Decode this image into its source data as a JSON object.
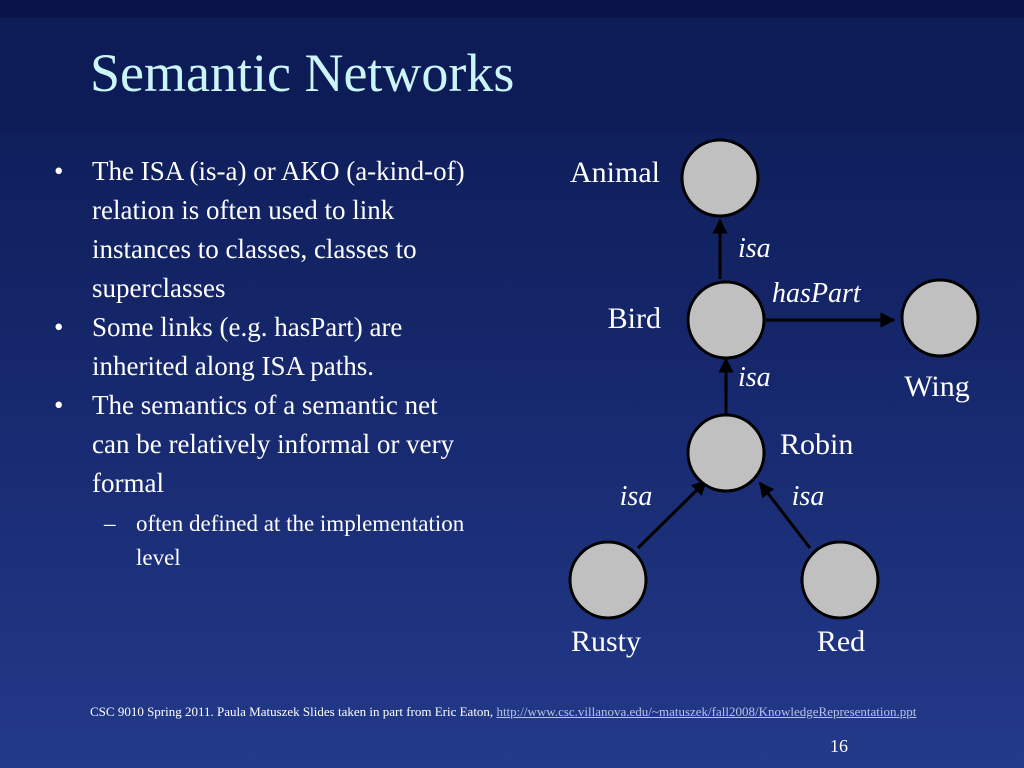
{
  "slide": {
    "title": "Semantic Networks",
    "bullets": [
      {
        "marker": "•",
        "text": "The ISA (is-a) or AKO (a-kind-of) relation is often used to link instances to classes, classes to superclasses"
      },
      {
        "marker": "•",
        "text": "Some links (e.g. hasPart) are inherited along ISA paths."
      },
      {
        "marker": "•",
        "text": "The semantics of a semantic net can be relatively informal or very formal"
      }
    ],
    "sub_bullets": [
      {
        "marker": "–",
        "text": "often defined at the implementation level"
      }
    ],
    "footer": {
      "text": "CSC 9010 Spring 2011. Paula Matuszek   Slides taken in part from Eric Eaton,",
      "link": "http://www.csc.villanova.edu/~matuszek/fall2008/KnowledgeRepresentation.ppt"
    },
    "page_number": "16"
  },
  "diagram": {
    "nodes": [
      {
        "id": "animal",
        "label": "Animal"
      },
      {
        "id": "bird",
        "label": "Bird"
      },
      {
        "id": "wing",
        "label": "Wing"
      },
      {
        "id": "robin",
        "label": "Robin"
      },
      {
        "id": "rusty",
        "label": "Rusty"
      },
      {
        "id": "red",
        "label": "Red"
      }
    ],
    "edges": [
      {
        "from": "bird",
        "to": "animal",
        "label": "isa"
      },
      {
        "from": "bird",
        "to": "wing",
        "label": "hasPart"
      },
      {
        "from": "robin",
        "to": "bird",
        "label": "isa"
      },
      {
        "from": "rusty",
        "to": "robin",
        "label": "isa"
      },
      {
        "from": "red",
        "to": "robin",
        "label": "isa"
      }
    ],
    "colors": {
      "node_fill": "#c0c0c0",
      "node_stroke": "#000000",
      "title_text": "#ccf5f8",
      "background_top": "#0c1b54",
      "background_bottom": "#233a8a"
    }
  }
}
